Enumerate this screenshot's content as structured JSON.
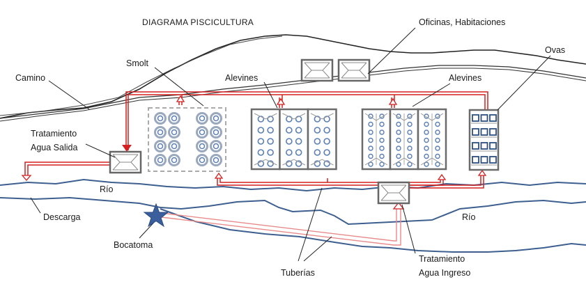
{
  "title": "DIAGRAMA  PISCICULTURA",
  "labels": {
    "camino": "Camino",
    "tratamiento_salida_1": "Tratamiento",
    "tratamiento_salida_2": "Agua Salida",
    "smolt": "Smolt",
    "alevines_1": "Alevines",
    "alevines_2": "Alevines",
    "oficinas": "Oficinas, Habitaciones",
    "ovas": "Ovas",
    "rio_1": "Río",
    "rio_2": "Río",
    "descarga": "Descarga",
    "bocatoma": "Bocatoma",
    "tuberias": "Tuberías",
    "tratamiento_ingreso_1": "Tratamiento",
    "tratamiento_ingreso_2": "Agua Ingreso"
  },
  "colors": {
    "pipe": "#d42020",
    "pipe_light": "#e88a8a",
    "river": "#3d5f8f",
    "tank_stroke": "#6b6b6b",
    "circle": "#5a7fb5",
    "star": "#3a5f9c"
  }
}
